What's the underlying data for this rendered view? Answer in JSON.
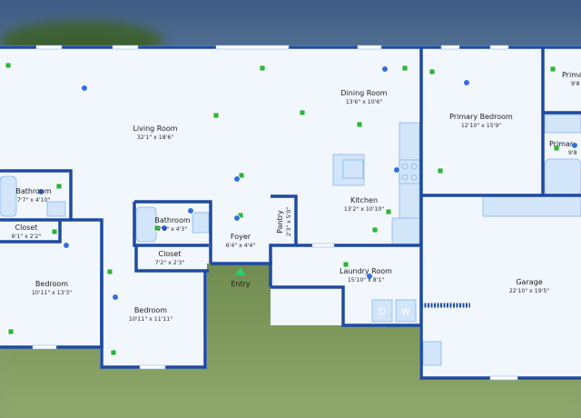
{
  "colors": {
    "wall": "#1f4aa0",
    "floor": "#f2f7fd",
    "fixture": "#cfe2f8",
    "fixture_stroke": "#7fb0ea",
    "hotspot_green": "#2cb53a",
    "hotspot_blue": "#2f6fe0",
    "entry_marker": "#2ecc71",
    "sky_top": "#3f5f86",
    "grass": "#7d9a5c"
  },
  "rooms": [
    {
      "id": "living-room",
      "name": "Living Room",
      "dims": "32'1\" x 18'6\""
    },
    {
      "id": "dining-room",
      "name": "Dining Room",
      "dims": "13'6\" x 10'6\""
    },
    {
      "id": "kitchen",
      "name": "Kitchen",
      "dims": "13'2\" x 10'10\""
    },
    {
      "id": "primary-bedroom",
      "name": "Primary Bedroom",
      "dims": "12'10\" x 15'9\""
    },
    {
      "id": "primary-room-top",
      "name": "Prima",
      "dims": "9'8"
    },
    {
      "id": "primary-room-mid",
      "name": "Primar",
      "dims": "9'8"
    },
    {
      "id": "bathroom-left",
      "name": "Bathroom",
      "dims": "7'7\" x 4'10\""
    },
    {
      "id": "closet-left",
      "name": "Closet",
      "dims": "6'1\" x 2'2\""
    },
    {
      "id": "bedroom-left",
      "name": "Bedroom",
      "dims": "10'11\" x 13'3\""
    },
    {
      "id": "bathroom-center",
      "name": "Bathroom",
      "dims": "7'9\" x 4'3\""
    },
    {
      "id": "closet-center",
      "name": "Closet",
      "dims": "7'2\" x 2'3\""
    },
    {
      "id": "bedroom-center",
      "name": "Bedroom",
      "dims": "10'11\" x 11'11\""
    },
    {
      "id": "foyer",
      "name": "Foyer",
      "dims": "6'4\" x 4'4\""
    },
    {
      "id": "pantry",
      "name": "Pantry",
      "dims": "2'3\" x 5'0\""
    },
    {
      "id": "laundry-room",
      "name": "Laundry Room",
      "dims": "15'10\" x 8'1\""
    },
    {
      "id": "garage",
      "name": "Garage",
      "dims": "22'10\" x 19'5\""
    }
  ],
  "entry": {
    "label": "Entry"
  },
  "appliances": {
    "washer": "W",
    "dryer": "D"
  }
}
